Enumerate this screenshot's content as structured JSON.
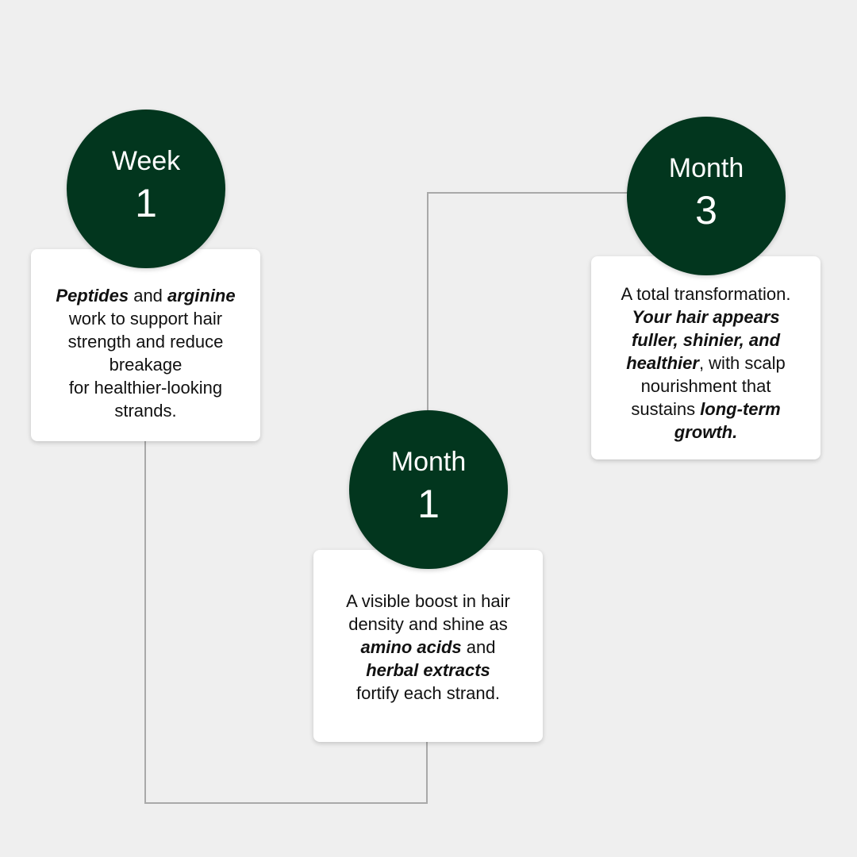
{
  "steps": [
    {
      "unit": "Week",
      "number": "1",
      "lines": [
        [
          "Peptides",
          " and ",
          "arginine"
        ],
        [
          "work to support hair"
        ],
        [
          "strength and reduce"
        ],
        [
          "breakage"
        ],
        [
          "for healthier-looking"
        ],
        [
          "strands."
        ]
      ]
    },
    {
      "unit": "Month",
      "number": "1",
      "lines": [
        [
          "A visible boost in hair"
        ],
        [
          "density and shine as"
        ],
        [
          "amino acids",
          " and"
        ],
        [
          "herbal extracts"
        ],
        [
          "fortify each strand."
        ]
      ]
    },
    {
      "unit": "Month",
      "number": "3",
      "lines": [
        [
          "A total transformation."
        ],
        [
          "Your hair appears"
        ],
        [
          "fuller, shinier, and"
        ],
        [
          "healthier",
          ", with scalp"
        ],
        [
          "nourishment that"
        ],
        [
          "sustains ",
          "long-term"
        ],
        [
          "growth."
        ]
      ]
    }
  ],
  "colors": {
    "badge": "#02361e",
    "background": "#efefef",
    "card": "#ffffff",
    "connector": "#a9a9a9"
  }
}
